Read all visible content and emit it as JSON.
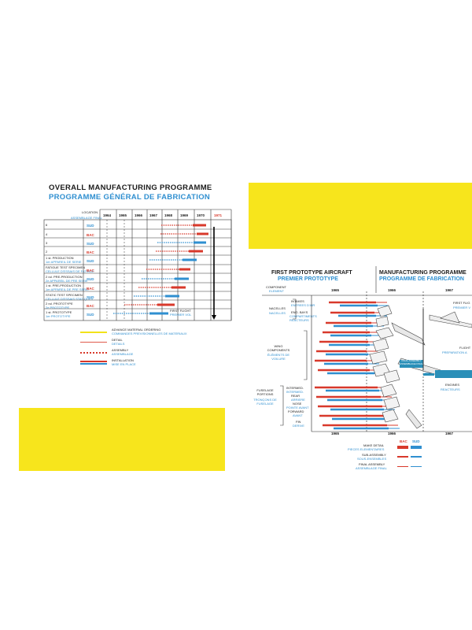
{
  "left": {
    "title_en": "OVERALL MANUFACTURING PROGRAMME",
    "title_fr": "PROGRAMME GÉNÉRAL DE FABRICATION",
    "location_label": "LOCATION",
    "assembly_label": "ASSEMBLAGE FINAL",
    "years": [
      "1964",
      "1965",
      "1966",
      "1967",
      "1968",
      "1969",
      "1970",
      "1971"
    ],
    "rows": [
      {
        "label": "6",
        "sub": "",
        "loc": "SUD"
      },
      {
        "label": "4",
        "sub": "",
        "loc": "BAC"
      },
      {
        "label": "3",
        "sub": "",
        "loc": "SUD"
      },
      {
        "label": "2",
        "sub": "",
        "loc": "BAC"
      },
      {
        "label": "1 st. PRODUCTION",
        "sub": "1er APPAREIL DE SERIE",
        "loc": "SUD"
      },
      {
        "label": "FATIGUE TEST SPECIMEN",
        "sub": "CELLULE D'ESSAIS DE FATIGUE",
        "loc": "BAC"
      },
      {
        "label": "2 nd. PRE-PRODUCTION",
        "sub": "2e APPAREIL DE PRE SERIE",
        "loc": "SUD"
      },
      {
        "label": "1 st. PRE-PRODUCTION",
        "sub": "1er APPAREIL DE PRE SERIE",
        "loc": "BAC"
      },
      {
        "label": "STATIC TEST SPECIMEN",
        "sub": "CELLULE D'ESSAIS STATIQUES",
        "loc": "SUD"
      },
      {
        "label": "2 nd. PROTOTYPE",
        "sub": "2e PROTOTYPE",
        "loc": "BAC"
      },
      {
        "label": "1 st. PROTOTYPE",
        "sub": "1er PROTOTYPE",
        "loc": "SUD"
      }
    ],
    "first_flight": "FIRST FLIGHT",
    "first_flight_fr": "PREMIER VOL",
    "legend": [
      {
        "en": "ADVANCE MATERIAL ORDERING",
        "fr": "COMMANDES PREVISIONNELLES DE MATERIAUX",
        "color": "#f2e21a"
      },
      {
        "en": "DETAIL",
        "fr": "DETAILS",
        "color": "#e05a4c"
      },
      {
        "en": "ASSEMBLY",
        "fr": "ASSEMBLAGE",
        "color": "#d8392b"
      },
      {
        "en": "INSTALLATION",
        "fr": "MISE EN PLACE",
        "color": "#2f8fd0"
      }
    ]
  },
  "right": {
    "title_left_en": "FIRST PROTOTYPE AIRCRAFT",
    "title_left_fr": "PREMIER PROTOTYPE",
    "title_right_en": "MANUFACTURING PROGRAMME",
    "title_right_fr": "PROGRAMME DE FABRICATION",
    "component_en": "COMPONENT",
    "component_fr": "ELEMENT",
    "years": [
      "1965",
      "1966",
      "1967"
    ],
    "groups": [
      {
        "en": "NACELLES",
        "fr": "NACELLES"
      },
      {
        "en": "WING COMPONENTS",
        "fr": "ÉLÉMENTS DE VOILURE"
      },
      {
        "en": "FUSELAGE PORTIONS",
        "fr": "TRONÇONS DE FUSELAGE"
      }
    ],
    "sub_labels": [
      {
        "en": "INTAKES",
        "fr": "ENTREES D'AIR"
      },
      {
        "en": "ENG. BAYS",
        "fr": "COMPARTIMENTS REACTEURS"
      },
      {
        "en": "INTERMED.",
        "fr": "INTERMED."
      },
      {
        "en": "REAR",
        "fr": "ARRIERE"
      },
      {
        "en": "NOSE",
        "fr": "POINTE AVANT"
      },
      {
        "en": "FORWARD",
        "fr": "AVANT"
      },
      {
        "en": "FIN",
        "fr": "DERIVE"
      }
    ],
    "first_flight": "FIRST FLIG",
    "first_flight_fr": "PREMIER V",
    "flight_prep": "FLIGHT",
    "flight_prep_fr": "PREPARATION A",
    "engines_en": "ENGINES",
    "engines_fr": "REACTEURS",
    "final_assembly_box": "FINAL ASSEMBLY",
    "final_assembly_box_fr": "ASSEMBLAGE FINAL",
    "legend_cols": [
      "BAC",
      "SUD"
    ],
    "legend": [
      {
        "en": "MAKE DETAIL",
        "fr": "PIECES ELEMENTAIRES",
        "style": "thick"
      },
      {
        "en": "SUB-ASSEMBLY",
        "fr": "SOUS-ENSEMBLES",
        "style": "medium"
      },
      {
        "en": "FINAL ASSEMBLY",
        "fr": "ASSEMBLAGE FINAL",
        "style": "thin"
      }
    ]
  },
  "colors": {
    "yellow": "#f7e51c",
    "red": "#d8392b",
    "blue": "#2f8fd0",
    "ink": "#1a1a1a"
  }
}
